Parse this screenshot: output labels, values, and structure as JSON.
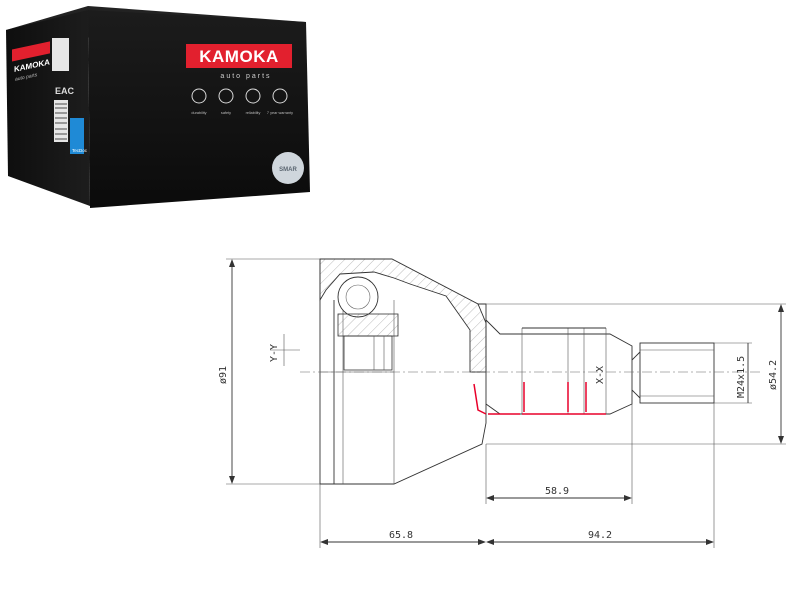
{
  "box": {
    "brand": "KAMOKA",
    "tagline": "auto parts",
    "features": [
      "durability",
      "safety",
      "reliability",
      "7 year warranty"
    ],
    "side_mark": "EAC",
    "side_badge": "TecDoc",
    "sticker": "SMAR"
  },
  "drawing": {
    "diameter_outer": "ø91",
    "diameter_shaft": "ø54.2",
    "thread": "M24x1.5",
    "section_y": "Y-Y",
    "section_x": "X-X",
    "len_spline": "58.9",
    "len_body": "65.8",
    "len_shaft": "94.2"
  },
  "colors": {
    "box_black": "#121212",
    "brand_red": "#e2202e",
    "accent_red": "#e8002a",
    "sticker_blue": "#1f8ad6"
  }
}
